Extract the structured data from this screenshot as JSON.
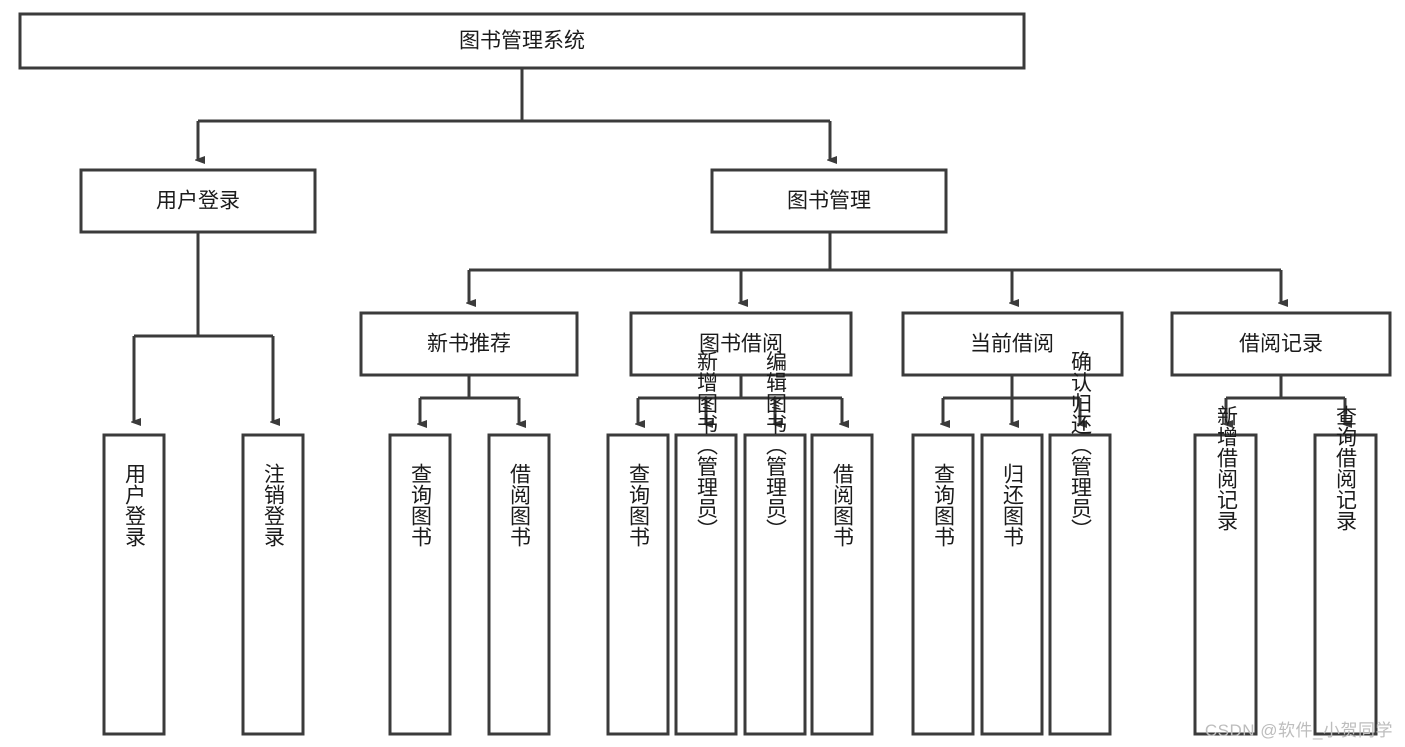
{
  "diagram": {
    "title": "图书管理系统",
    "type": "hierarchy-tree",
    "root": {
      "id": "root",
      "label": "图书管理系统",
      "orientation": "horizontal"
    },
    "level2": [
      {
        "id": "user-login",
        "label": "用户登录",
        "orientation": "horizontal"
      },
      {
        "id": "book-management",
        "label": "图书管理",
        "orientation": "horizontal"
      }
    ],
    "level3": [
      {
        "id": "new-book-recommend",
        "label": "新书推荐",
        "orientation": "horizontal",
        "parent": "book-management"
      },
      {
        "id": "book-borrow",
        "label": "图书借阅",
        "orientation": "horizontal",
        "parent": "book-management"
      },
      {
        "id": "current-borrow",
        "label": "当前借阅",
        "orientation": "horizontal",
        "parent": "book-management"
      },
      {
        "id": "borrow-record",
        "label": "借阅记录",
        "orientation": "horizontal",
        "parent": "book-management"
      }
    ],
    "leaves": [
      {
        "id": "leaf-user-login",
        "label": "用户登录",
        "orientation": "vertical",
        "parent": "user-login"
      },
      {
        "id": "leaf-user-logout",
        "label": "注销登录",
        "orientation": "vertical",
        "parent": "user-login"
      },
      {
        "id": "leaf-query-book-1",
        "label": "查询图书",
        "orientation": "vertical",
        "parent": "new-book-recommend"
      },
      {
        "id": "leaf-borrow-book-1",
        "label": "借阅图书",
        "orientation": "vertical",
        "parent": "new-book-recommend"
      },
      {
        "id": "leaf-query-book-2",
        "label": "查询图书",
        "orientation": "vertical",
        "parent": "book-borrow"
      },
      {
        "id": "leaf-add-book",
        "label": "新增图书（管理员）",
        "orientation": "vertical",
        "parent": "book-borrow"
      },
      {
        "id": "leaf-edit-book",
        "label": "编辑图书（管理员）",
        "orientation": "vertical",
        "parent": "book-borrow"
      },
      {
        "id": "leaf-borrow-book-2",
        "label": "借阅图书",
        "orientation": "vertical",
        "parent": "book-borrow"
      },
      {
        "id": "leaf-query-book-3",
        "label": "查询图书",
        "orientation": "vertical",
        "parent": "current-borrow"
      },
      {
        "id": "leaf-return-book",
        "label": "归还图书",
        "orientation": "vertical",
        "parent": "current-borrow"
      },
      {
        "id": "leaf-confirm-return",
        "label": "确认归还（管理员）",
        "orientation": "vertical",
        "parent": "current-borrow"
      },
      {
        "id": "leaf-add-record",
        "label": "新增借阅记录",
        "orientation": "vertical",
        "parent": "borrow-record"
      },
      {
        "id": "leaf-query-record",
        "label": "查询借阅记录",
        "orientation": "vertical",
        "parent": "borrow-record"
      }
    ],
    "colors": {
      "box_stroke": "#3b3b3b",
      "box_fill": "#ffffff",
      "text": "#1b1b1b",
      "background": "#ffffff",
      "watermark": "#bdbdbd"
    }
  },
  "watermark": {
    "label": "CSDN @软件_小贺同学"
  }
}
